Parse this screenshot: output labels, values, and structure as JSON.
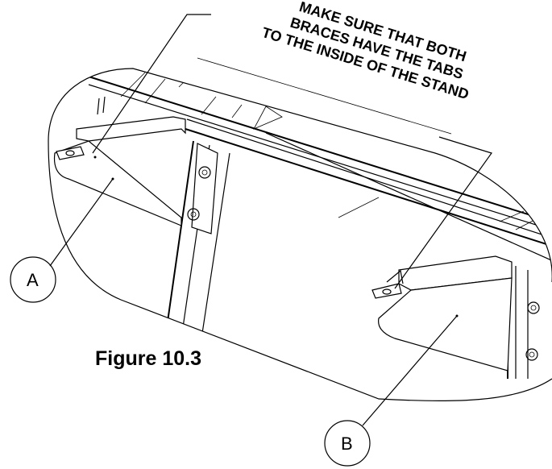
{
  "callout": {
    "line1": "MAKE SURE THAT BOTH",
    "line2": "BRACES HAVE THE TABS",
    "line3": "TO THE INSIDE OF THE STAND"
  },
  "labels": {
    "a": "A",
    "b": "B"
  },
  "caption": "Figure 10.3"
}
